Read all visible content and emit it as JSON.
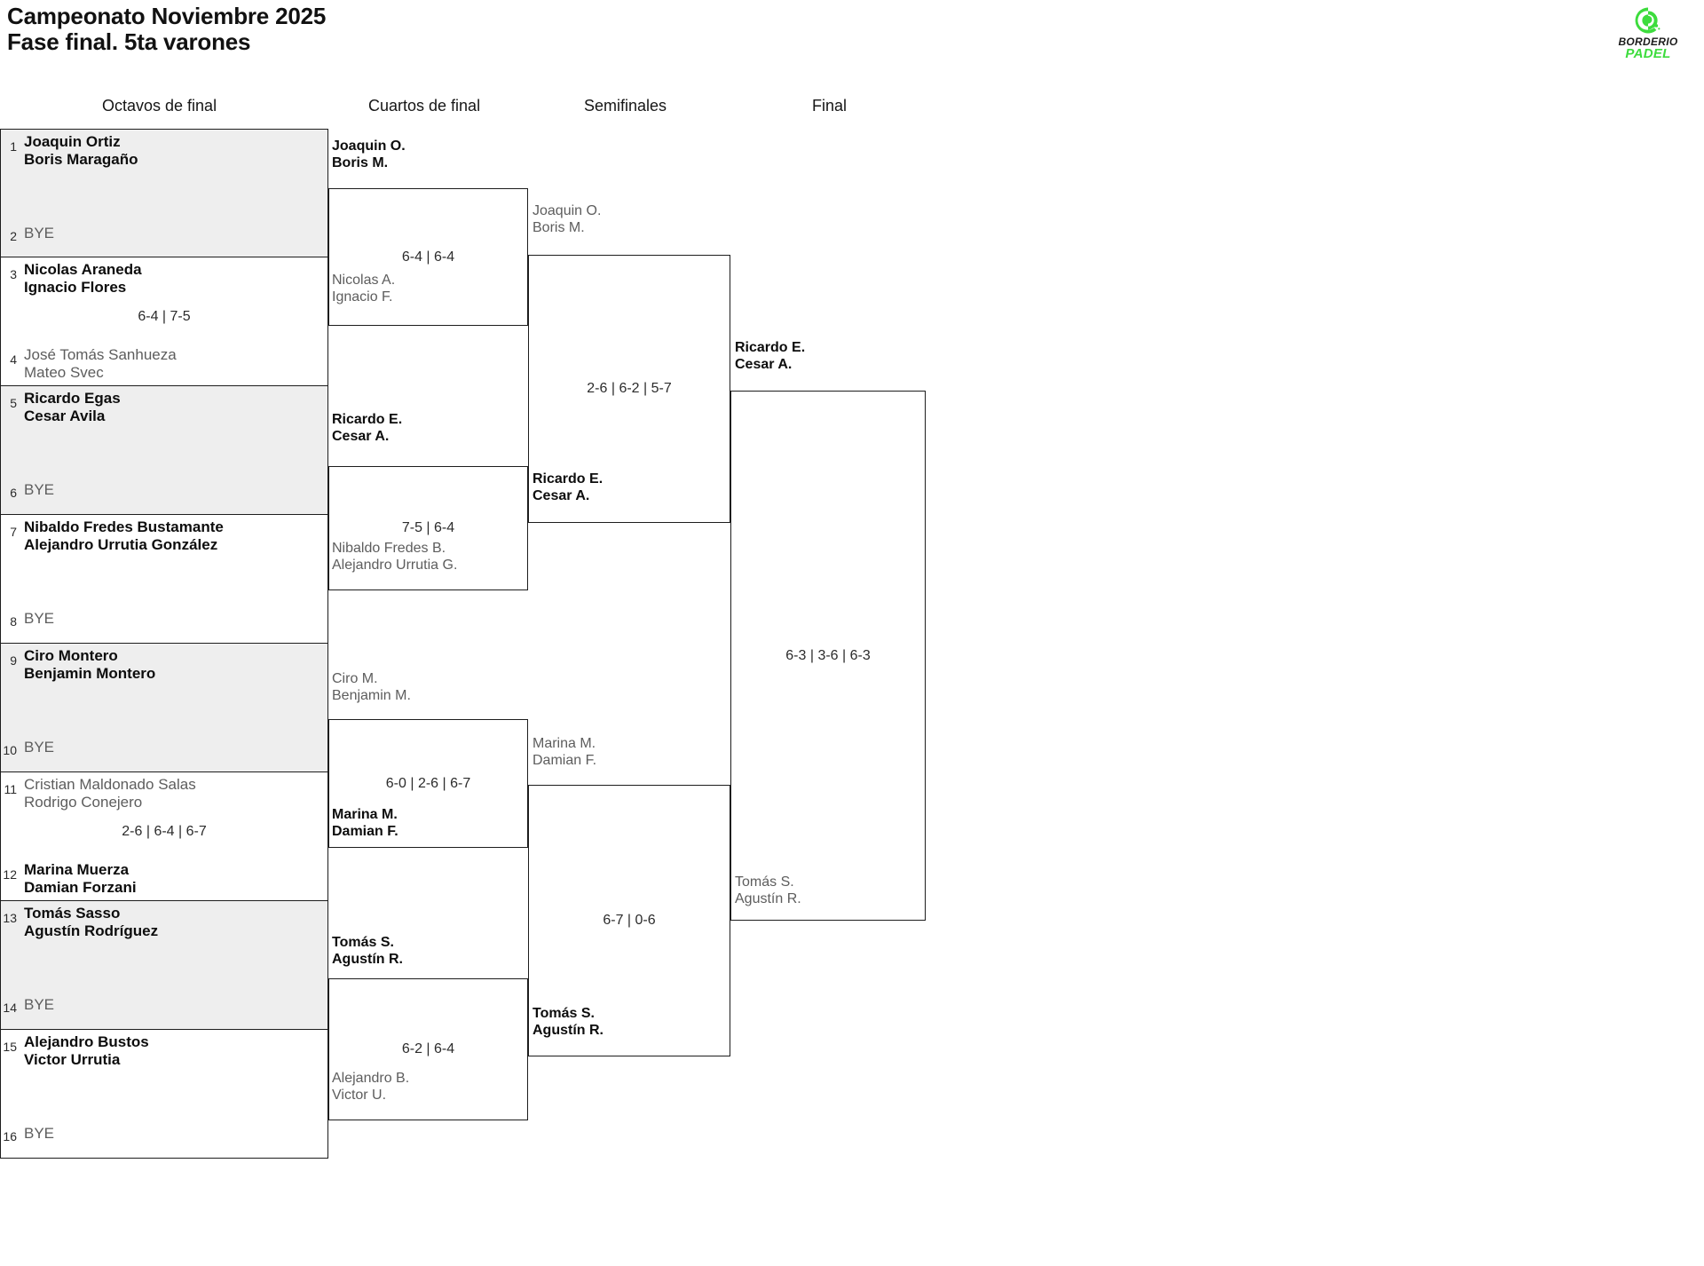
{
  "header": {
    "title_line1": "Campeonato Noviembre 2025",
    "title_line2": "Fase final. 5ta varones",
    "logo": {
      "word1": "BORDERIO",
      "word2": "PADEL",
      "accent": "#3ddc3d"
    }
  },
  "rounds": [
    {
      "label": "Octavos de final"
    },
    {
      "label": "Cuartos de final"
    },
    {
      "label": "Semifinales"
    },
    {
      "label": "Final"
    }
  ],
  "round1": {
    "matches": [
      {
        "score": "",
        "top": {
          "seed": "1",
          "p1": "Joaquin Ortiz",
          "p2": "Boris Maragaño",
          "result": "win"
        },
        "bottom": {
          "seed": "2",
          "bye": "BYE",
          "result": "bye"
        }
      },
      {
        "score": "6-4 | 7-5",
        "top": {
          "seed": "3",
          "p1": "Nicolas Araneda",
          "p2": "Ignacio Flores",
          "result": "win"
        },
        "bottom": {
          "seed": "4",
          "p1": "José Tomás Sanhueza",
          "p2": "Mateo Svec",
          "result": "lose"
        }
      },
      {
        "score": "",
        "top": {
          "seed": "5",
          "p1": "Ricardo Egas",
          "p2": "Cesar Avila",
          "result": "win"
        },
        "bottom": {
          "seed": "6",
          "bye": "BYE",
          "result": "bye"
        }
      },
      {
        "score": "",
        "top": {
          "seed": "7",
          "p1": "Nibaldo Fredes Bustamante",
          "p2": "Alejandro Urrutia González",
          "result": "win"
        },
        "bottom": {
          "seed": "8",
          "bye": "BYE",
          "result": "bye"
        }
      },
      {
        "score": "",
        "top": {
          "seed": "9",
          "p1": "Ciro Montero",
          "p2": "Benjamin Montero",
          "result": "win"
        },
        "bottom": {
          "seed": "10",
          "bye": "BYE",
          "result": "bye"
        }
      },
      {
        "score": "2-6 | 6-4 | 6-7",
        "top": {
          "seed": "11",
          "p1": "Cristian Maldonado Salas",
          "p2": "Rodrigo Conejero",
          "result": "lose"
        },
        "bottom": {
          "seed": "12",
          "p1": "Marina Muerza",
          "p2": "Damian Forzani",
          "result": "win"
        }
      },
      {
        "score": "",
        "top": {
          "seed": "13",
          "p1": "Tomás Sasso",
          "p2": "Agustín Rodríguez",
          "result": "win"
        },
        "bottom": {
          "seed": "14",
          "bye": "BYE",
          "result": "bye"
        }
      },
      {
        "score": "",
        "top": {
          "seed": "15",
          "p1": "Alejandro Bustos",
          "p2": "Victor Urrutia",
          "result": "win"
        },
        "bottom": {
          "seed": "16",
          "bye": "BYE",
          "result": "bye"
        }
      }
    ]
  },
  "round2": {
    "matches": [
      {
        "score": "6-4 | 6-4",
        "top": {
          "p1": "Joaquin O.",
          "p2": "Boris M.",
          "result": "win"
        },
        "bottom": {
          "p1": "Nicolas A.",
          "p2": "Ignacio F.",
          "result": "lose"
        }
      },
      {
        "score": "7-5 | 6-4",
        "top": {
          "p1": "Ricardo E.",
          "p2": "Cesar A.",
          "result": "win"
        },
        "bottom": {
          "p1": "Nibaldo Fredes B.",
          "p2": "Alejandro Urrutia G.",
          "result": "lose"
        }
      },
      {
        "score": "6-0 | 2-6 | 6-7",
        "top": {
          "p1": "Ciro M.",
          "p2": "Benjamin M.",
          "result": "lose"
        },
        "bottom": {
          "p1": "Marina M.",
          "p2": "Damian F.",
          "result": "win"
        }
      },
      {
        "score": "6-2 | 6-4",
        "top": {
          "p1": "Tomás S.",
          "p2": "Agustín R.",
          "result": "win"
        },
        "bottom": {
          "p1": "Alejandro B.",
          "p2": "Victor U.",
          "result": "lose"
        }
      }
    ]
  },
  "round3": {
    "matches": [
      {
        "score": "2-6 | 6-2 | 5-7",
        "top": {
          "p1": "Joaquin O.",
          "p2": "Boris M.",
          "result": "lose"
        },
        "bottom": {
          "p1": "Ricardo E.",
          "p2": "Cesar A.",
          "result": "win"
        }
      },
      {
        "score": "6-7 | 0-6",
        "top": {
          "p1": "Marina M.",
          "p2": "Damian F.",
          "result": "lose"
        },
        "bottom": {
          "p1": "Tomás S.",
          "p2": "Agustín R.",
          "result": "win"
        }
      }
    ]
  },
  "round4": {
    "matches": [
      {
        "score": "6-3 | 3-6 | 6-3",
        "top": {
          "p1": "Ricardo E.",
          "p2": "Cesar A.",
          "result": "win"
        },
        "bottom": {
          "p1": "Tomás S.",
          "p2": "Agustín R.",
          "result": "lose"
        }
      }
    ]
  }
}
